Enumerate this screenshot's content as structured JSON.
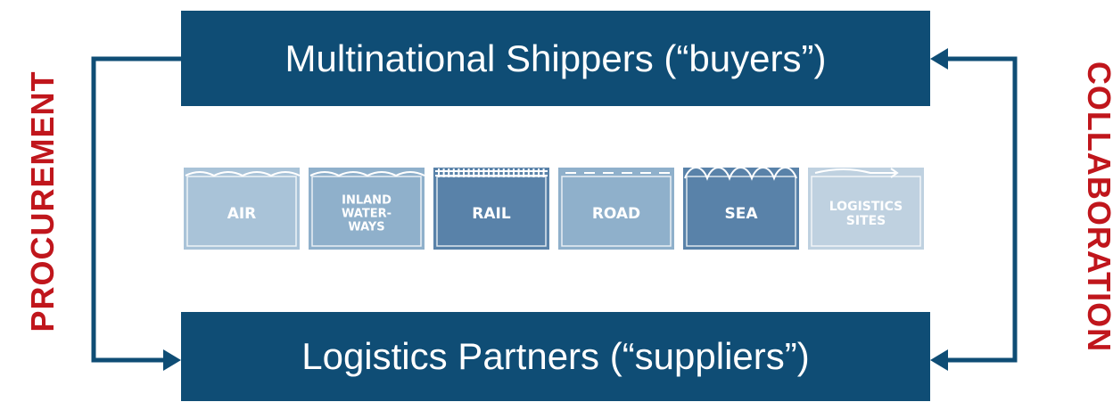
{
  "top_box": {
    "label": "Multinational Shippers (“buyers”)"
  },
  "bottom_box": {
    "label": "Logistics Partners (“suppliers”)"
  },
  "left_label": "PROCUREMENT",
  "right_label": "COLLABORATION",
  "modes": [
    {
      "lines": [
        "AIR"
      ],
      "pattern": "cloud-wave",
      "color": "#a9c3d8"
    },
    {
      "lines": [
        "INLAND",
        "WATER-",
        "WAYS"
      ],
      "pattern": "river-wave",
      "color": "#8fb0cb"
    },
    {
      "lines": [
        "RAIL"
      ],
      "pattern": "rail-track",
      "color": "#5982a9"
    },
    {
      "lines": [
        "ROAD"
      ],
      "pattern": "dashed-road",
      "color": "#8fb0cb"
    },
    {
      "lines": [
        "SEA"
      ],
      "pattern": "sea-wave",
      "color": "#5982a9"
    },
    {
      "lines": [
        "LOGISTICS",
        "SITES"
      ],
      "pattern": "route-arrow",
      "color": "#bfd1e0"
    }
  ],
  "colors": {
    "box": "#0f4d75",
    "arrow": "#0f4d75",
    "side_label": "#c0161c"
  }
}
